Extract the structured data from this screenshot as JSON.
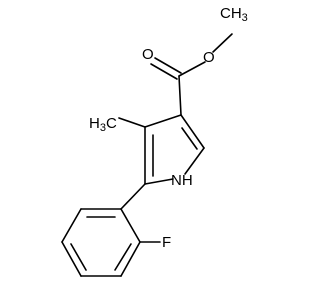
{
  "molecule": {
    "atoms": {
      "ester_o_double": "O",
      "ester_o_single": "O",
      "ester_methyl": {
        "main": "CH",
        "sub": "3"
      },
      "ring_methyl": {
        "main": "H",
        "sub": "3",
        "tail": "C"
      },
      "nh": "NH",
      "fluorine": "F"
    }
  }
}
